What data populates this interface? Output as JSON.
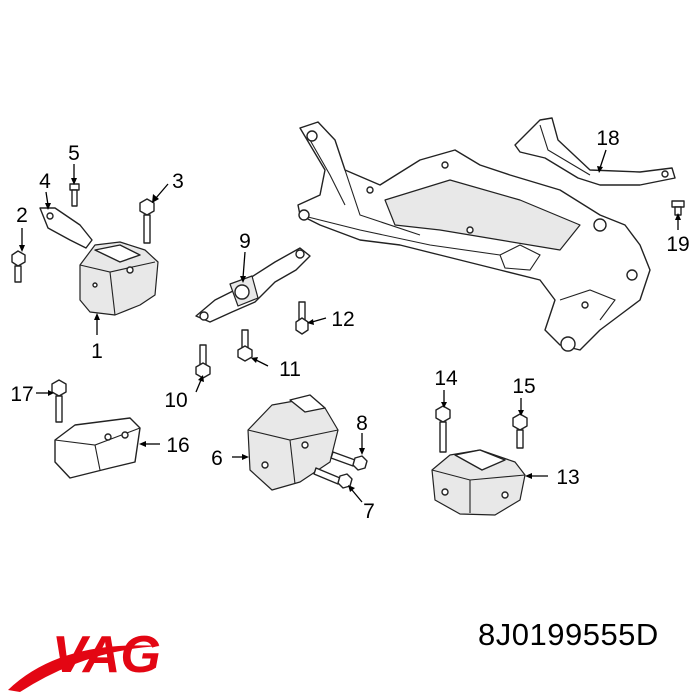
{
  "callouts": [
    "1",
    "2",
    "3",
    "4",
    "5",
    "6",
    "7",
    "8",
    "9",
    "10",
    "11",
    "12",
    "13",
    "14",
    "15",
    "16",
    "17",
    "18",
    "19"
  ],
  "part_number": "8J0199555D",
  "brand": {
    "name": "VAG",
    "color": "#e30613"
  }
}
